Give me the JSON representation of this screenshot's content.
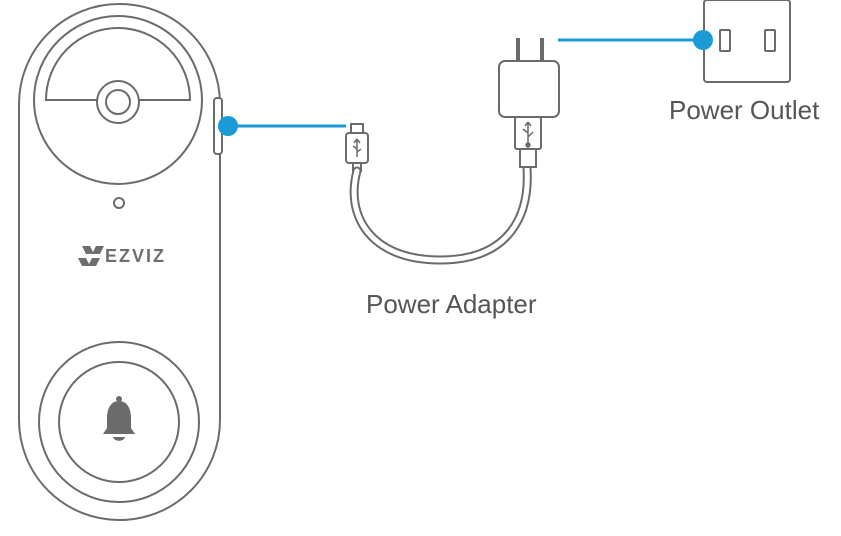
{
  "labels": {
    "outlet": "Power Outlet",
    "adapter": "Power Adapter",
    "brand": "EZVIZ"
  },
  "icons": {
    "bell": "bell-icon",
    "logo": "ezviz-logo-icon",
    "usb": "usb-symbol-icon"
  },
  "colors": {
    "connector": "#1a9ad6",
    "line_art": "#6b6b6b",
    "text": "#555555"
  }
}
